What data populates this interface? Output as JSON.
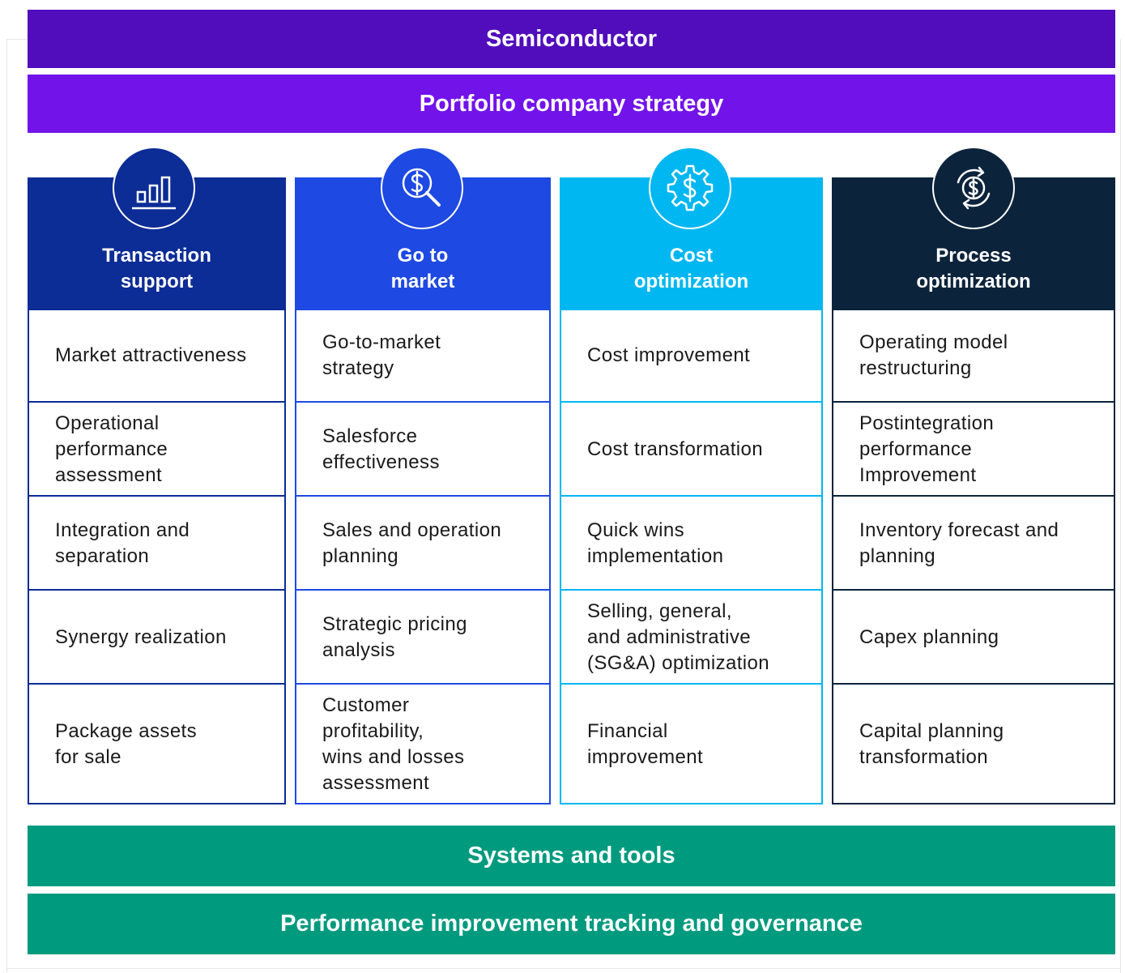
{
  "header": {
    "title": "Semiconductor",
    "subtitle": "Portfolio company strategy"
  },
  "columns": [
    {
      "title": "Transaction\nsupport",
      "icon": "bar-chart-icon",
      "color": "#0c2c96",
      "items": [
        "Market attractiveness",
        "Operational\nperformance\nassessment",
        "Integration and\nseparation",
        "Synergy realization",
        "Package assets\nfor sale"
      ]
    },
    {
      "title": "Go to\nmarket",
      "icon": "dollar-search-icon",
      "color": "#1e49e2",
      "items": [
        "Go-to-market\nstrategy",
        "Salesforce\neffectiveness",
        "Sales and operation\nplanning",
        "Strategic pricing\nanalysis",
        "Customer\nprofitability,\nwins and losses\nassessment"
      ]
    },
    {
      "title": "Cost\noptimization",
      "icon": "dollar-gear-icon",
      "color": "#00b7f1",
      "items": [
        "Cost improvement",
        "Cost transformation",
        "Quick wins\nimplementation",
        "Selling, general,\nand administrative\n(SG&A) optimization",
        "Financial\nimprovement"
      ]
    },
    {
      "title": "Process\noptimization",
      "icon": "dollar-cycle-icon",
      "color": "#0c233c",
      "items": [
        "Operating model\nrestructuring",
        "Postintegration\nperformance\nImprovement",
        "Inventory forecast and\nplanning",
        "Capex planning",
        "Capital planning\ntransformation"
      ]
    }
  ],
  "footer": {
    "systems": "Systems and tools",
    "tracking": "Performance improvement tracking and governance"
  },
  "colors": {
    "semiconductor": "#510dbc",
    "portfolio": "#7213ea",
    "footer": "#009a7e"
  }
}
